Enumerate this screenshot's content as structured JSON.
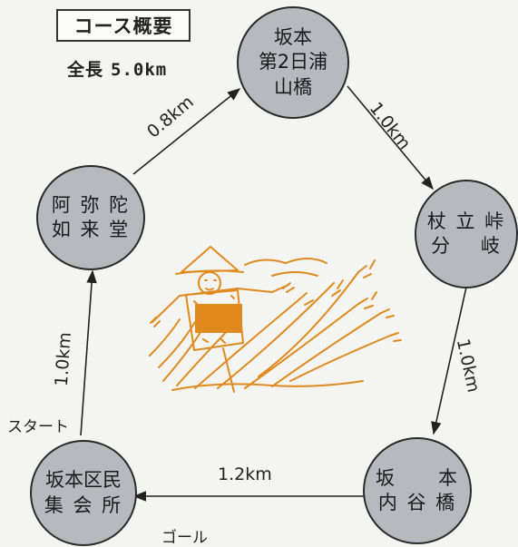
{
  "header": {
    "title": "コース概要",
    "total_label": "全長",
    "total_value": "5.0km"
  },
  "nodes": {
    "sakamoto_bridge": {
      "line1": "坂本",
      "line2": "第2日浦",
      "line3": "山橋"
    },
    "tsue_pass": {
      "line1": "杖 立 峠",
      "line2": "分　 岐"
    },
    "uchitani_bridge": {
      "line1": "坂　　本",
      "line2": "内 谷 橋"
    },
    "community_hall": {
      "line1": "坂本区民",
      "line2": "集 会 所"
    },
    "amida_hall": {
      "line1": "阿 弥 陀",
      "line2": "如 来 堂"
    }
  },
  "distances": {
    "amida_to_sakamoto": "0.8km",
    "sakamoto_to_tsue": "1.0km",
    "tsue_to_uchitani": "1.0km",
    "uchitani_to_hall": "1.2km",
    "hall_to_amida": "1.0km"
  },
  "labels": {
    "start": "スタート",
    "goal": "ゴール"
  },
  "colors": {
    "node_fill": "#b7b9bf",
    "illustration": "#e08a1e",
    "line": "#222222"
  }
}
